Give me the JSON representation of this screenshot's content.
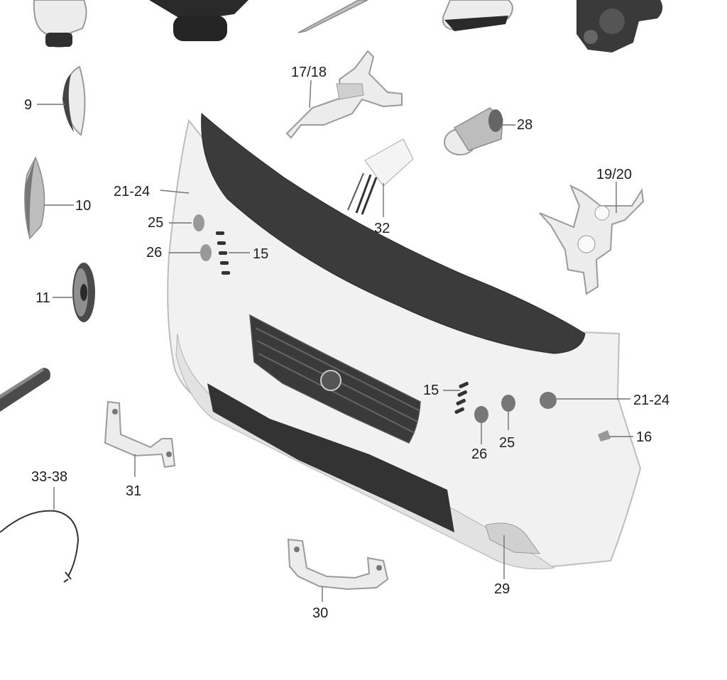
{
  "labels": {
    "l9": "9",
    "l10": "10",
    "l11": "11",
    "l15a": "15",
    "l15b": "15",
    "l16": "16",
    "l17_18": "17/18",
    "l19_20": "19/20",
    "l21_24a": "21-24",
    "l21_24b": "21-24",
    "l25a": "25",
    "l25b": "25",
    "l26a": "26",
    "l26b": "26",
    "l28": "28",
    "l29": "29",
    "l30": "30",
    "l31": "31",
    "l32": "32",
    "l33_38": "33-38"
  },
  "colors": {
    "line": "#707070",
    "grille": "#3a3a3a",
    "body": "#ececec"
  }
}
